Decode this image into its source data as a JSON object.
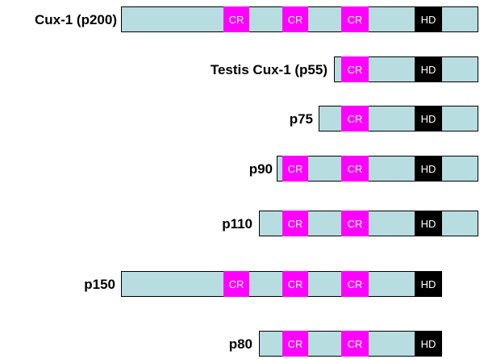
{
  "colors": {
    "bar": "#b7dde0",
    "cr": "#ff00ff",
    "hd": "#000000"
  },
  "domain_labels": {
    "cr": "CR",
    "hd": "HD"
  },
  "isoforms": [
    {
      "name": "Cux-1 (p200)",
      "domains": [
        "CR",
        "CR",
        "CR",
        "HD"
      ]
    },
    {
      "name": "Testis Cux-1 (p55)",
      "domains": [
        "CR",
        "HD"
      ]
    },
    {
      "name": "p75",
      "domains": [
        "CR",
        "HD"
      ]
    },
    {
      "name": "p90",
      "domains": [
        "CR",
        "CR",
        "HD"
      ]
    },
    {
      "name": "p110",
      "domains": [
        "CR",
        "CR",
        "HD"
      ]
    },
    {
      "name": "p150",
      "domains": [
        "CR",
        "CR",
        "CR",
        "HD"
      ]
    },
    {
      "name": "p80",
      "domains": [
        "CR",
        "CR",
        "HD"
      ]
    }
  ]
}
